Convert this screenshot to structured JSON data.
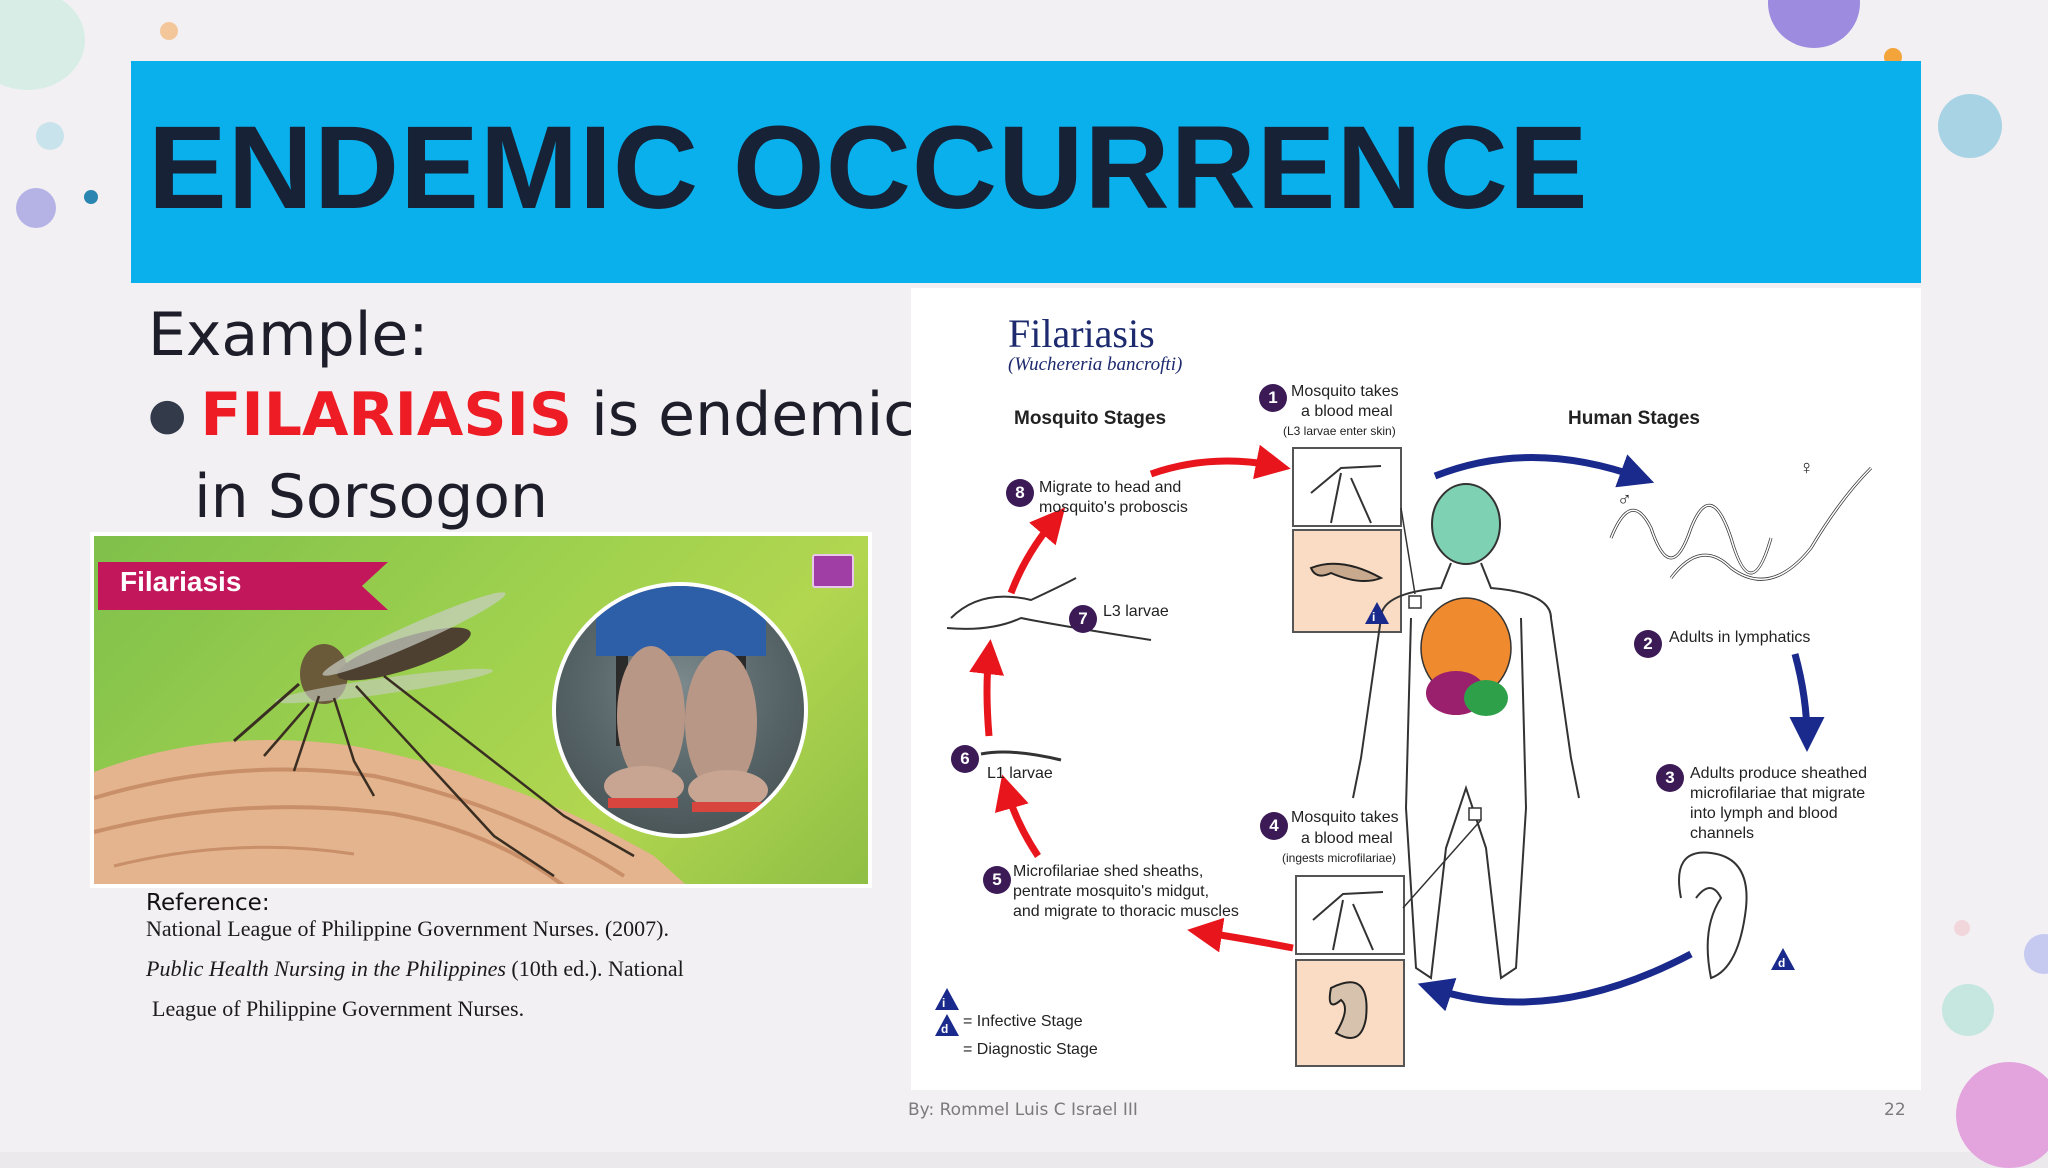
{
  "slide": {
    "title": "ENDEMIC OCCURRENCE",
    "example_label": "Example:",
    "bullet_disease": "FILARIASIS",
    "bullet_rest": " is endemic",
    "bullet_continued": "in Sorsogon",
    "photo_banner": "Filariasis",
    "reference_label": "Reference:",
    "reference_line1": "National League of Philippine Government Nurses. (2007).",
    "reference_line2_italic": "Public Health Nursing in the Philippines",
    "reference_line2_rest": " (10th ed.). National",
    "reference_line3": "League of Philippine Government Nurses.",
    "footer_author": "By: Rommel Luis C Israel III",
    "page_number": "22"
  },
  "diagram": {
    "title": "Filariasis",
    "subtitle": "(Wuchereria bancrofti)",
    "mosquito_stages": "Mosquito Stages",
    "human_stages": "Human Stages",
    "step1_line1": "Mosquito takes",
    "step1_line2": "a blood meal",
    "step1_note": "(L3 larvae enter skin)",
    "step2": "Adults in lymphatics",
    "step3_line1": "Adults produce sheathed",
    "step3_line2": "microfilariae that migrate",
    "step3_line3": "into lymph and blood",
    "step3_line4": "channels",
    "step4_line1": "Mosquito takes",
    "step4_line2": "a blood meal",
    "step4_note": "(ingests microfilariae)",
    "step5_line1": "Microfilariae shed sheaths,",
    "step5_line2": "pentrate mosquito's midgut,",
    "step5_line3": "and migrate to thoracic muscles",
    "step6": "L1 larvae",
    "step7": "L3 larvae",
    "step8_line1": "Migrate to head and",
    "step8_line2": "mosquito's proboscis",
    "legend_infective": "= Infective Stage",
    "legend_diagnostic": "= Diagnostic Stage",
    "n1": "1",
    "n2": "2",
    "n3": "3",
    "n4": "4",
    "n5": "5",
    "n6": "6",
    "n7": "7",
    "n8": "8",
    "infective_symbol": "i",
    "diagnostic_symbol": "d",
    "male_symbol": "♂",
    "female_symbol": "♀"
  },
  "colors": {
    "title_bar": "#0ab0ec",
    "title_text": "#172237",
    "highlight_red": "#ee1c24",
    "cycle_red": "#e8161c",
    "cycle_blue": "#1a2a8c",
    "step_number": "#3b1a56"
  }
}
